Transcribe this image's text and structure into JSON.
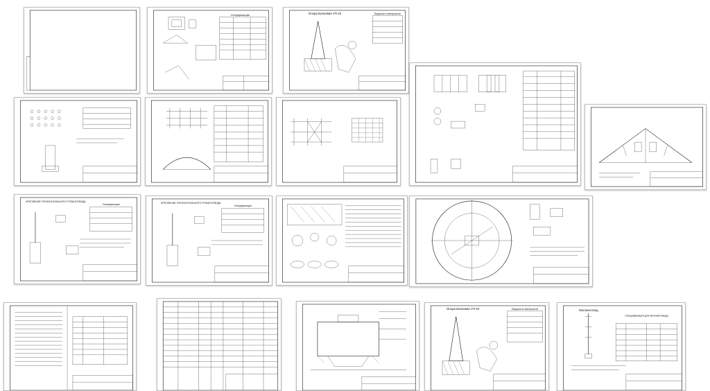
{
  "viewer": {
    "title": "",
    "background": "#ffffff"
  },
  "sheets": [
    {
      "id": 1,
      "kind": "blank"
    },
    {
      "id": 2,
      "kind": "plan-spec",
      "caption": "",
      "heading": "Спецификация"
    },
    {
      "id": 3,
      "kind": "tower-spec",
      "caption": "Опора Балковая УП-23",
      "heading": "Ведомость материалов"
    },
    {
      "id": 4,
      "kind": "plan-spec",
      "caption": "",
      "heading": ""
    },
    {
      "id": 5,
      "kind": "foundation-plan",
      "caption": "",
      "heading": ""
    },
    {
      "id": 6,
      "kind": "arch-spec",
      "caption": "",
      "heading": ""
    },
    {
      "id": 7,
      "kind": "grid-plans",
      "caption": "",
      "heading": ""
    },
    {
      "id": 8,
      "kind": "cone",
      "caption": "",
      "heading": ""
    },
    {
      "id": 9,
      "kind": "anchor-spec",
      "caption": "КРЕПЛЕНИЕ ГОРИЗОНТАЛЬНОГО ГРОМООТВОДА",
      "heading": "Спецификация"
    },
    {
      "id": 10,
      "kind": "anchor-spec",
      "caption": "КРЕПЛЕНИЕ ГОРИЗОНТАЛЬНОГО ГРОМООТВОДА",
      "heading": "Спецификация"
    },
    {
      "id": 11,
      "kind": "details-text",
      "caption": "",
      "heading": ""
    },
    {
      "id": 12,
      "kind": "circle-plan",
      "caption": "",
      "heading": ""
    },
    {
      "id": 13,
      "kind": "text-table",
      "caption": "",
      "heading": ""
    },
    {
      "id": 14,
      "kind": "long-table",
      "caption": "",
      "heading": ""
    },
    {
      "id": 15,
      "kind": "section-detail",
      "caption": "",
      "heading": ""
    },
    {
      "id": 16,
      "kind": "tower-spec",
      "caption": "Опора Балковая УП-23",
      "heading": "Ведомость материалов"
    },
    {
      "id": 17,
      "kind": "vertical-spec",
      "caption": "Молниеотвод",
      "heading": "Спецификация для молниеотвода"
    }
  ]
}
